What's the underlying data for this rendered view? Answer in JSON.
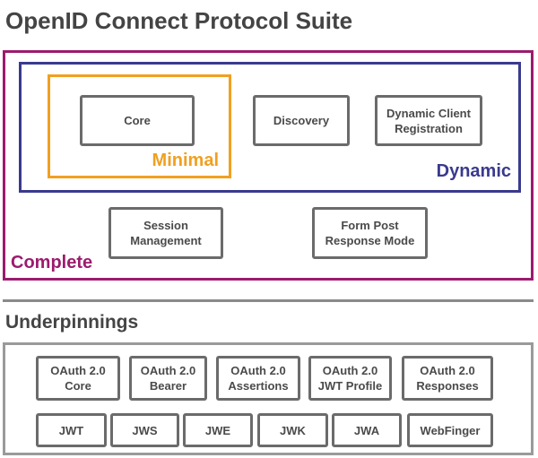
{
  "title": "OpenID Connect Protocol Suite",
  "groups": {
    "complete": {
      "label": "Complete",
      "color": "#9c1b6e"
    },
    "dynamic": {
      "label": "Dynamic",
      "color": "#3a3a8f"
    },
    "minimal": {
      "label": "Minimal",
      "color": "#f0a020"
    }
  },
  "specs": {
    "core": "Core",
    "discovery": "Discovery",
    "dynamic_client_registration": "Dynamic Client\nRegistration",
    "session_management": "Session\nManagement",
    "form_post_response_mode": "Form Post\nResponse Mode"
  },
  "underpinnings": {
    "title": "Underpinnings",
    "row1": [
      "OAuth 2.0\nCore",
      "OAuth 2.0\nBearer",
      "OAuth 2.0\nAssertions",
      "OAuth 2.0\nJWT Profile",
      "OAuth 2.0\nResponses"
    ],
    "row2": [
      "JWT",
      "JWS",
      "JWE",
      "JWK",
      "JWA",
      "WebFinger"
    ]
  }
}
